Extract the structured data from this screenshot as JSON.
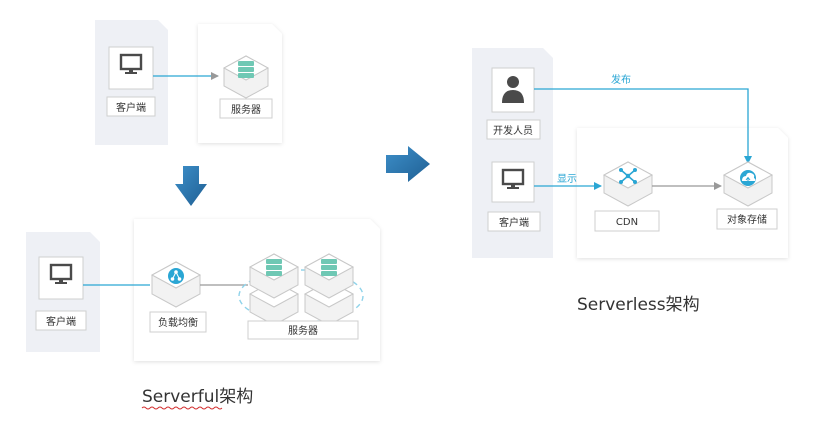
{
  "top_diagram": {
    "client_label": "客户端",
    "server_label": "服务器"
  },
  "serverful": {
    "client_label": "客户端",
    "load_balancer_label": "负载均衡",
    "servers_label": "服务器",
    "caption": "Serverful架构"
  },
  "serverless": {
    "developer_label": "开发人员",
    "client_label": "客户端",
    "cdn_label": "CDN",
    "object_storage_label": "对象存储",
    "publish_edge_label": "发布",
    "display_edge_label": "显示",
    "caption": "Serverless架构"
  },
  "colors": {
    "edge": "#2aa6d4",
    "transition_arrow": "#2a78b4",
    "panel_gray": "#eef0f5",
    "device_dark": "#4a4a4a",
    "server_green": "#6fc8b4",
    "node_accent": "#2aa6d4"
  }
}
